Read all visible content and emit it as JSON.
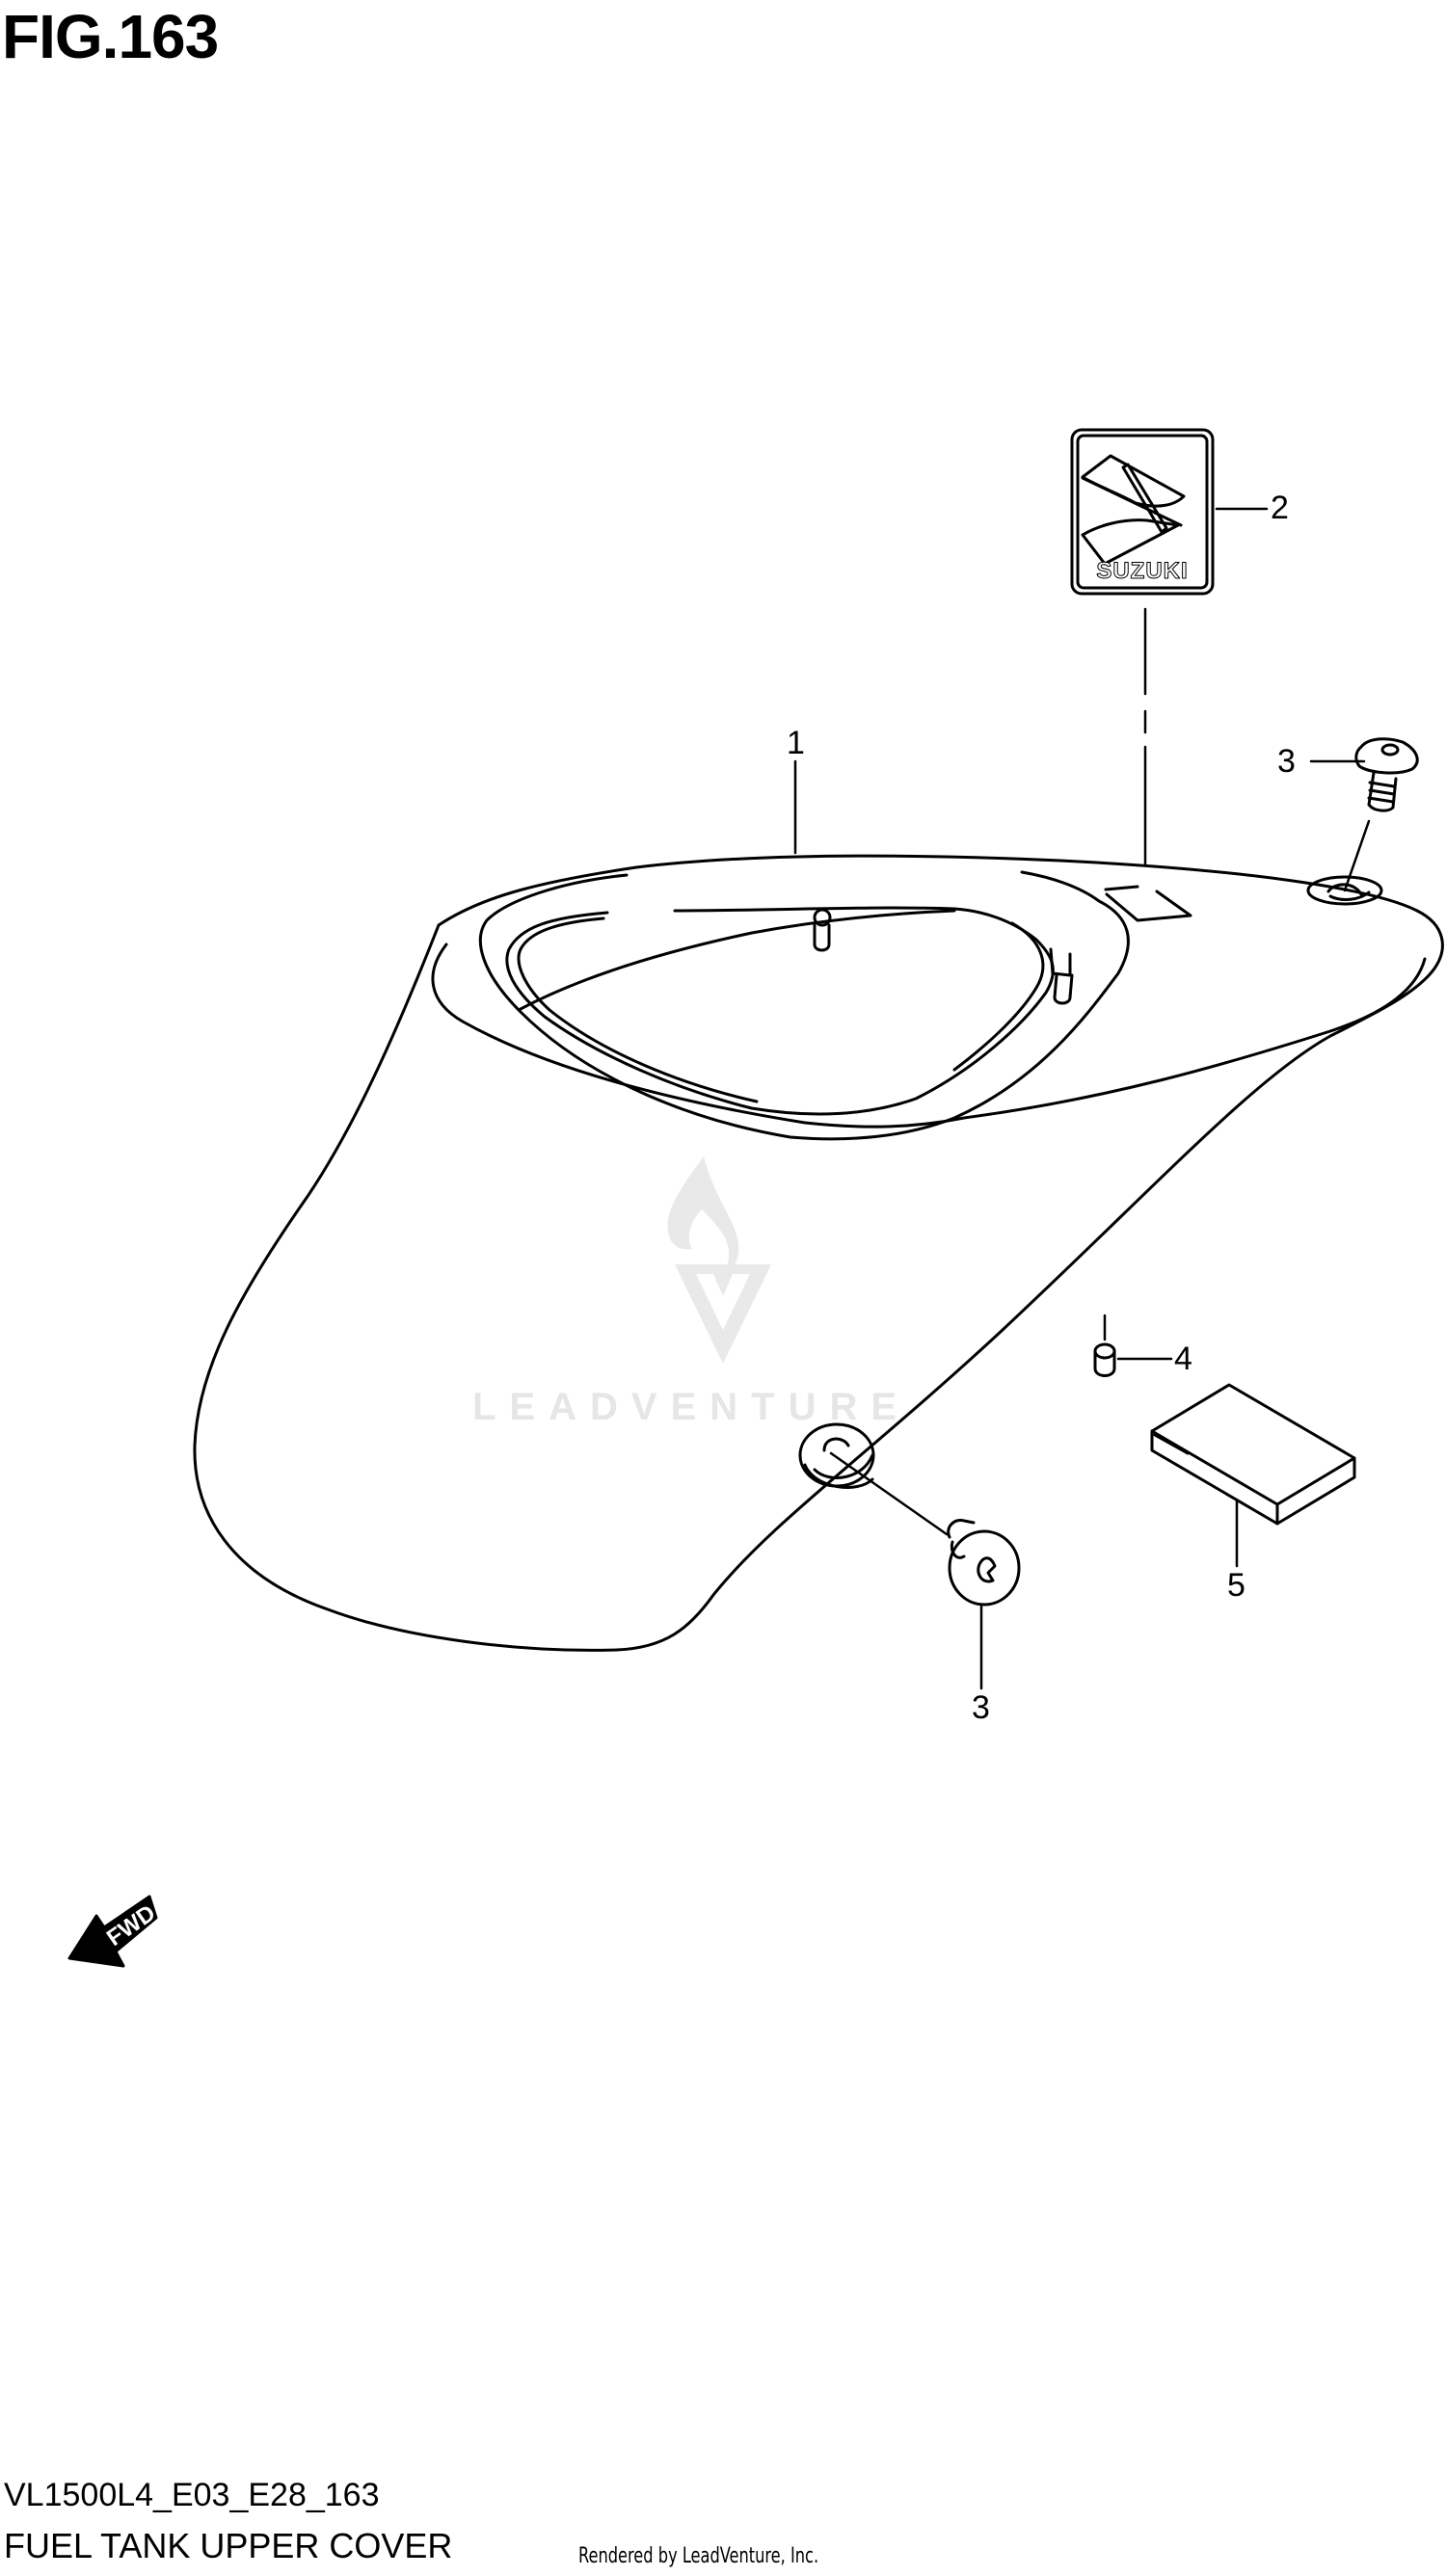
{
  "figure": {
    "title": "FIG.163",
    "model_code": "VL1500L4_E03_E28_163",
    "section_title": "FUEL TANK UPPER COVER",
    "credit": "Rendered by LeadVenture, Inc."
  },
  "watermark": {
    "text": "LEADVENTURE",
    "color": "#e6e6e6"
  },
  "emblem": {
    "brand_text": "SUZUKI"
  },
  "direction_indicator": {
    "label": "FWD"
  },
  "callouts": [
    {
      "number": "1",
      "part": "fuel-tank-upper-cover"
    },
    {
      "number": "2",
      "part": "emblem"
    },
    {
      "number": "3",
      "part": "screw-top"
    },
    {
      "number": "3",
      "part": "screw-bottom"
    },
    {
      "number": "4",
      "part": "clip"
    },
    {
      "number": "5",
      "part": "pad"
    }
  ],
  "colors": {
    "line": "#000000",
    "background": "#ffffff"
  }
}
